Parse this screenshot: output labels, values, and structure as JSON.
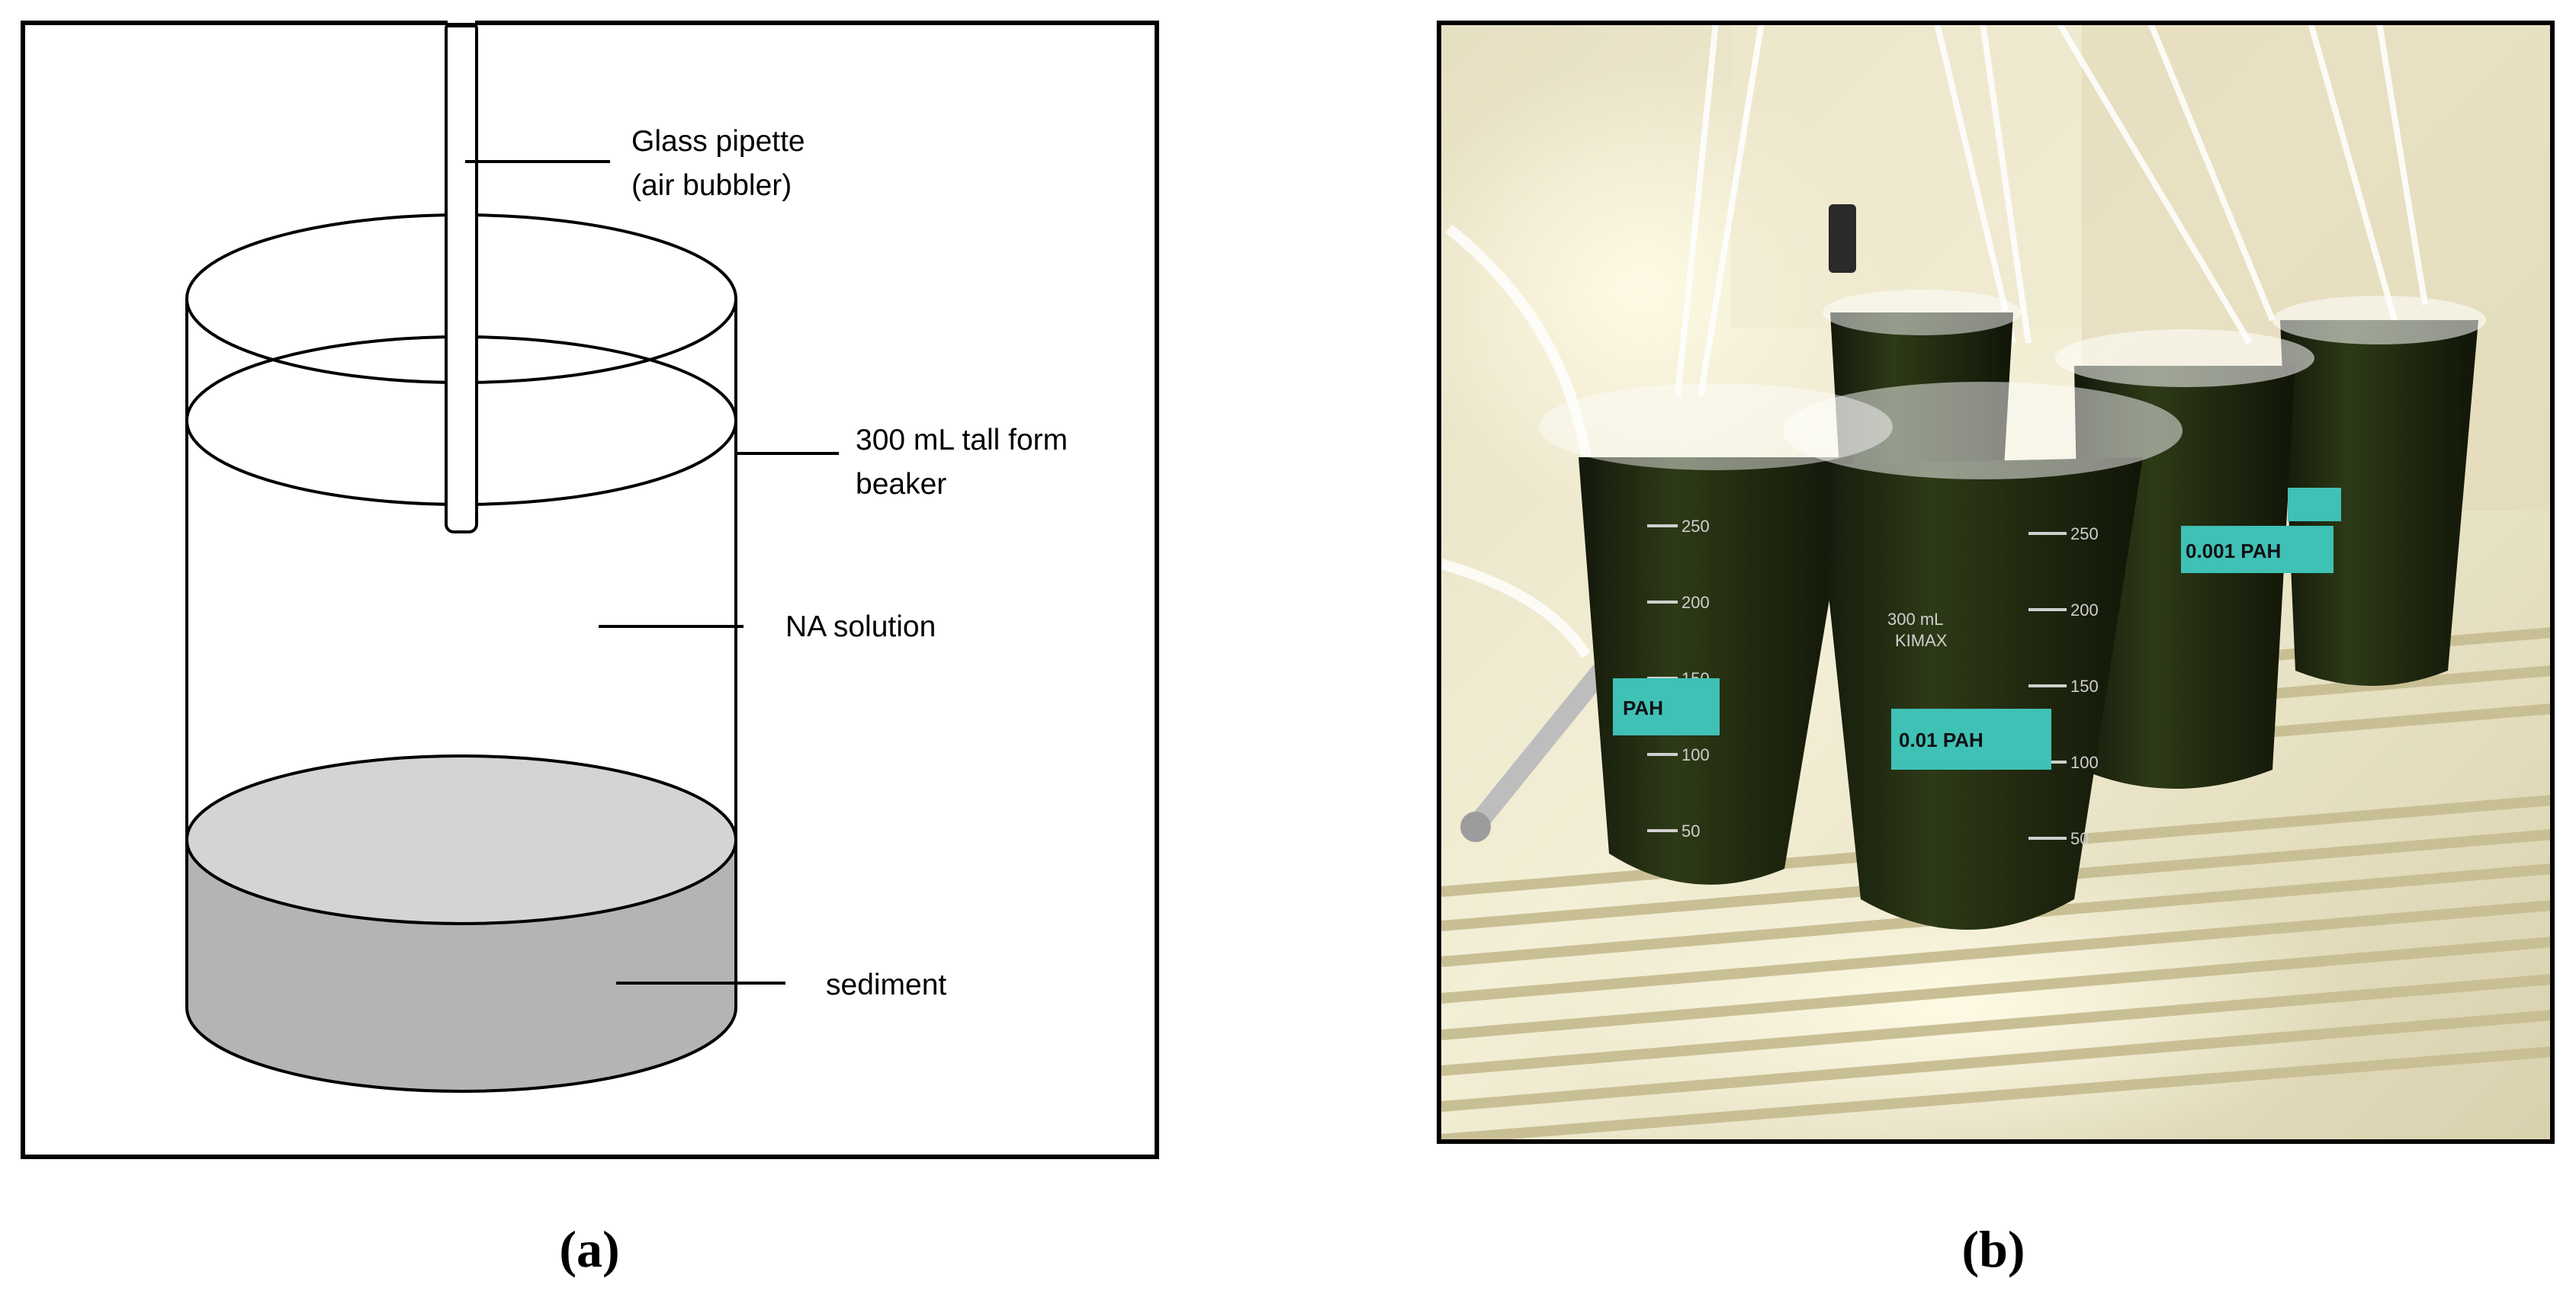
{
  "panel_a": {
    "labels": {
      "pipette_line1": "Glass pipette",
      "pipette_line2": "(air bubbler)",
      "beaker_line1": "300 mL tall form",
      "beaker_line2": "beaker",
      "solution": "NA solution",
      "sediment": "sediment"
    },
    "caption": "(a)"
  },
  "panel_b": {
    "caption": "(b)",
    "beaker_labels": [
      "PAH",
      "0.01 PAH",
      "0.001 PAH"
    ],
    "graduations": [
      "250",
      "200",
      "150",
      "100",
      "50"
    ],
    "brand": "KIMAX",
    "capacity": "300 mL"
  },
  "colors": {
    "sediment_top": "#d4d4d4",
    "sediment_side": "#b4b4b4",
    "tape": "#3fc1b6",
    "liquid": "#1f2a12"
  }
}
